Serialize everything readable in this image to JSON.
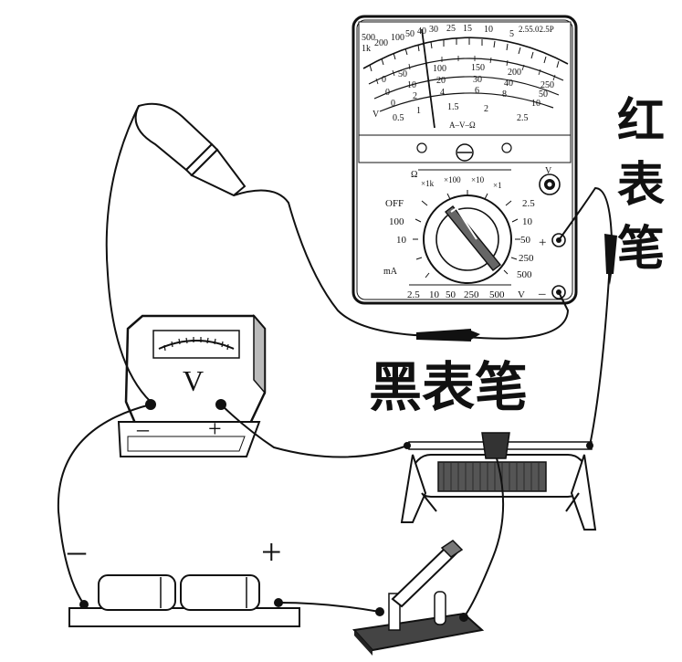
{
  "labels": {
    "red_probe": "红表笔",
    "black_probe": "黑表笔",
    "voltmeter_symbol": "V",
    "voltmeter_minus": "–",
    "voltmeter_plus": "+",
    "battery_minus": "–",
    "battery_plus": "+",
    "mm_plus": "+",
    "mm_minus": "–"
  },
  "multimeter": {
    "ohm_scale": [
      "500",
      "1k",
      "200",
      "100",
      "50",
      "40",
      "30",
      "25",
      "15",
      "10",
      "5"
    ],
    "top_right": "2.55.02.5P",
    "mid_scale_1": [
      "0",
      "50",
      "100",
      "150",
      "200",
      "250"
    ],
    "mid_scale_2": [
      "0",
      "10",
      "20",
      "30",
      "40",
      "50"
    ],
    "mid_scale_3": [
      "0",
      "2",
      "4",
      "6",
      "8",
      "10"
    ],
    "low_scale": [
      "0.5",
      "1",
      "1.5",
      "2",
      "2.5"
    ],
    "v_mark": "V",
    "func_label": "A–V–Ω",
    "omega_row": [
      "Ω",
      "×1k",
      "×100",
      "×10",
      "×1"
    ],
    "dial_left": [
      "OFF",
      "100",
      "10",
      "mA"
    ],
    "dial_right": [
      "2.5",
      "10",
      "50",
      "250",
      "500"
    ],
    "bottom_scale": [
      "2.5",
      "10",
      "50",
      "250",
      "500"
    ],
    "bottom_v": "V"
  }
}
